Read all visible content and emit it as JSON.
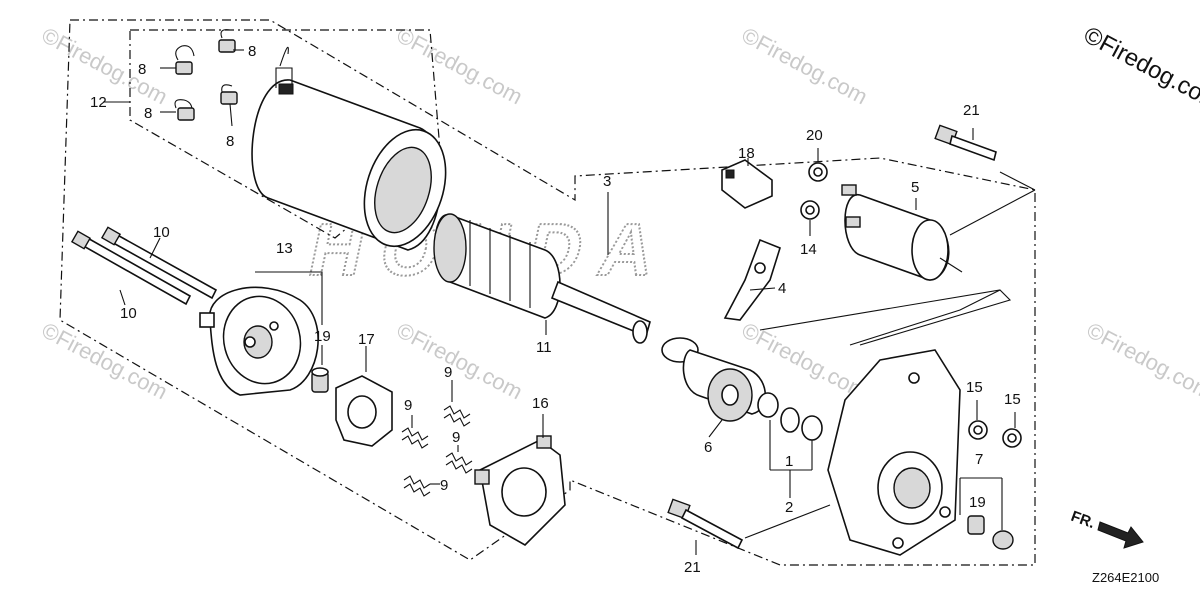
{
  "labels": {
    "p1": "1",
    "p2": "2",
    "p3": "3",
    "p4": "4",
    "p5": "5",
    "p6": "6",
    "p7": "7",
    "p8a": "8",
    "p8b": "8",
    "p8c": "8",
    "p8d": "8",
    "p9a": "9",
    "p9b": "9",
    "p9c": "9",
    "p9d": "9",
    "p10a": "10",
    "p10b": "10",
    "p11": "11",
    "p12": "12",
    "p13": "13",
    "p14": "14",
    "p15a": "15",
    "p15b": "15",
    "p16": "16",
    "p17": "17",
    "p18": "18",
    "p19a": "19",
    "p19b": "19",
    "p20": "20",
    "p21a": "21",
    "p21b": "21"
  },
  "watermark": {
    "corner": "©Firedog.com",
    "tile": "©Firedog.com"
  },
  "brand_logo_text": "HONDA",
  "diagram_code": "Z264E2100",
  "direction_label": "FR.",
  "colors": {
    "line": "#111111",
    "watermark": "#c9c9c9",
    "paper": "#ffffff"
  }
}
